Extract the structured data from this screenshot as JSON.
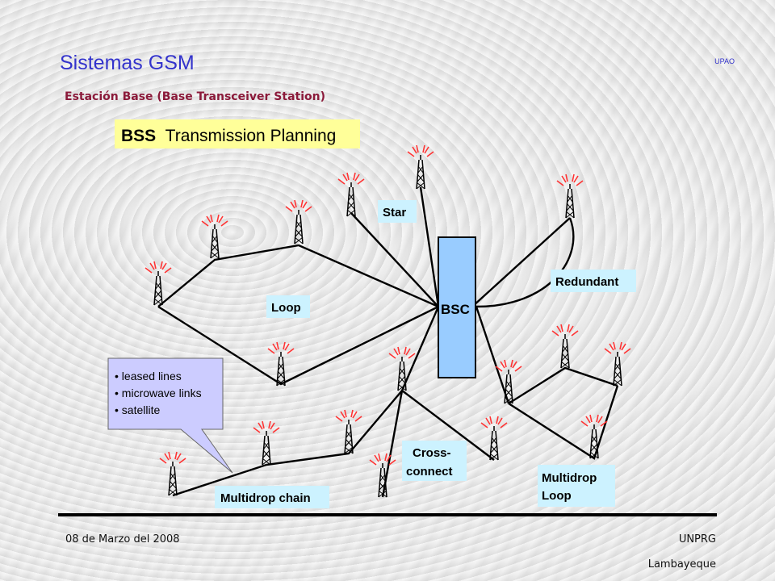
{
  "header": {
    "title": "Sistemas GSM",
    "corner_tag": "UPAO",
    "subtitle": "Estación Base (Base Transceiver Station)"
  },
  "diagram": {
    "heading": "BSS Transmission Planning",
    "heading_bold": "BSS",
    "heading_rest": "Transmission Planning",
    "hub_label": "BSC",
    "topologies": {
      "star": "Star",
      "loop": "Loop",
      "redundant": "Redundant",
      "cross_connect_line1": "Cross-",
      "cross_connect_line2": "connect",
      "multidrop_chain": "Multidrop chain",
      "multidrop_loop_line1": "Multidrop",
      "multidrop_loop_line2": "Loop"
    },
    "callout": [
      "leased lines",
      "microwave links",
      "satellite"
    ],
    "colors": {
      "heading_bg": "#ffff99",
      "label_bg": "#ccf2ff",
      "hub_fill": "#99ccff",
      "callout_fill": "#ccccff",
      "antenna_ray": "#ff3333"
    }
  },
  "footer": {
    "date": "08 de Marzo del 2008",
    "org": "UNPRG",
    "place": "Lambayeque"
  }
}
